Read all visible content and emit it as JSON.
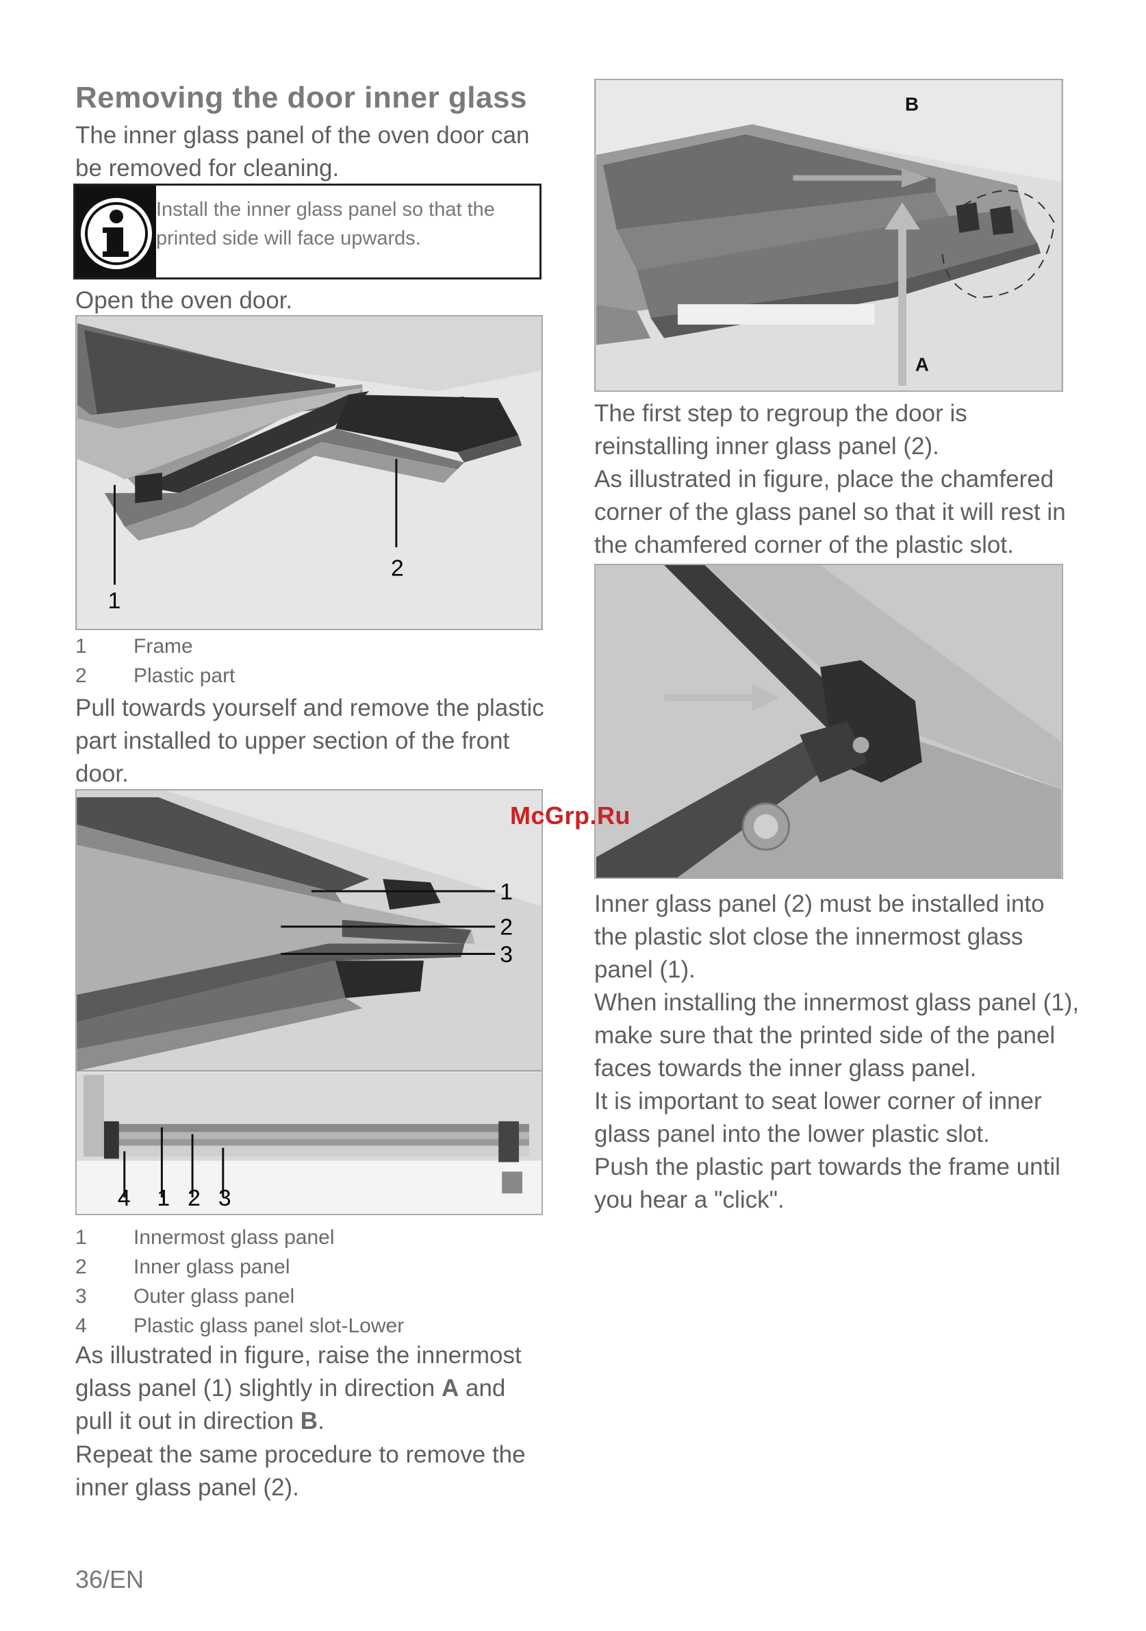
{
  "title": "Removing the door inner glass",
  "intro": [
    "The inner glass panel of the oven door can",
    "be removed for cleaning."
  ],
  "info": {
    "icon": "info-icon",
    "lines": [
      "Install the inner glass panel so that the",
      "printed side will face upwards."
    ]
  },
  "step_open": "Open the oven door.",
  "figure1": {
    "callouts": [
      "1",
      "2"
    ],
    "legend": [
      {
        "num": "1",
        "label": "Frame"
      },
      {
        "num": "2",
        "label": "Plastic part"
      }
    ]
  },
  "step_pull": [
    "Pull towards yourself and remove the plastic",
    "part installed to upper section of the front",
    "door."
  ],
  "figure2": {
    "callouts": [
      "1",
      "2",
      "3"
    ],
    "bottom_callouts": [
      "4",
      "1",
      "2",
      "3"
    ],
    "legend": [
      {
        "num": "1",
        "label": "Innermost glass panel"
      },
      {
        "num": "2",
        "label": "Inner glass panel"
      },
      {
        "num": "3",
        "label": "Outer glass panel"
      },
      {
        "num": "4",
        "label": "Plastic glass panel slot-Lower"
      }
    ]
  },
  "step_raise": {
    "l1": "As illustrated in figure, raise the innermost",
    "l2a": "glass panel (1) slightly in direction ",
    "dirA": "A",
    "l2b": " and",
    "l3a": "pull it out in direction ",
    "dirB": "B",
    "l3b": "."
  },
  "step_repeat": [
    "Repeat the same procedure to remove the",
    "inner glass panel (2)."
  ],
  "figure3": {
    "label_b": "B",
    "label_a": "A"
  },
  "step_regroup": [
    "The first step to regroup the door is",
    "reinstalling inner glass panel (2).",
    "As illustrated in figure, place the chamfered",
    "corner of the glass panel so that it will rest in",
    "the chamfered corner of the plastic slot."
  ],
  "step_install": [
    "Inner glass panel (2) must be installed into",
    "the plastic slot close the innermost glass",
    "panel (1).",
    "When installing the innermost glass panel (1),",
    "make sure that the printed side of the panel",
    "faces towards the inner glass panel.",
    "It is important to seat lower corner of inner",
    "glass panel into the lower plastic slot.",
    "Push the plastic part towards the frame until",
    "you hear a \"click\"."
  ],
  "watermark": "McGrp.Ru",
  "footer": "36/EN"
}
